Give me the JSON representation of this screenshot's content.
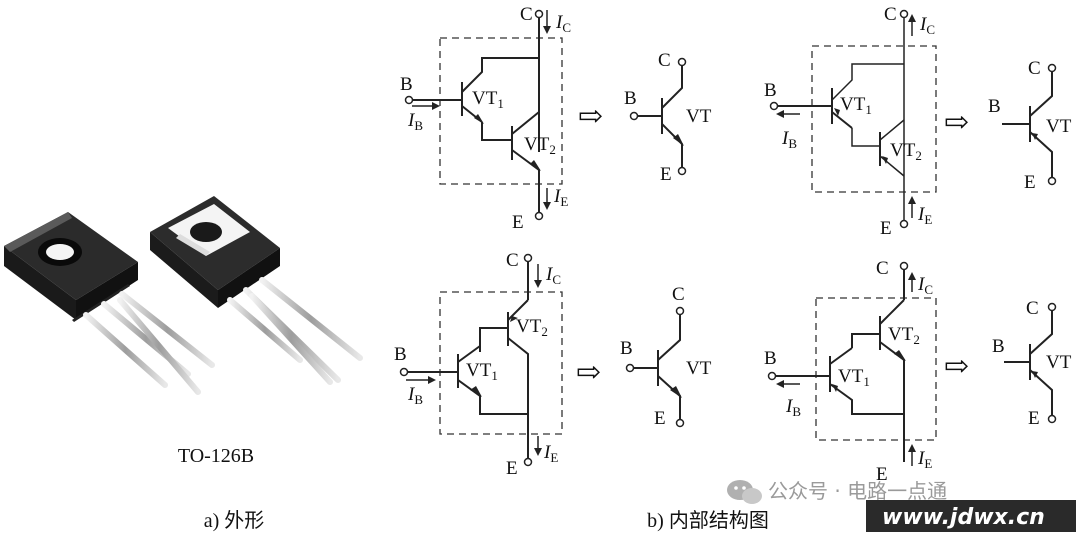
{
  "photo": {
    "package_caption": "TO-126B"
  },
  "captions": {
    "left": "a) 外形",
    "right": "b) 内部结构图"
  },
  "terminals": {
    "collector": "C",
    "base": "B",
    "emitter": "E"
  },
  "transistors": {
    "vt1": "VT",
    "vt1_sub": "1",
    "vt2": "VT",
    "vt2_sub": "2",
    "equiv": "VT"
  },
  "currents": {
    "ic": "I",
    "ic_sub": "C",
    "ib": "I",
    "ib_sub": "B",
    "ie": "I",
    "ie_sub": "E"
  },
  "equivalence_symbol": "⇨",
  "watermark": {
    "text": "公众号 · 电路一点通",
    "site": "www.jdwx.cn"
  },
  "diagrams": [
    {
      "position": "top-left",
      "type": "NPN-NPN darlington"
    },
    {
      "position": "top-right",
      "type": "PNP-PNP darlington"
    },
    {
      "position": "bottom-left",
      "type": "NPN-PNP complementary"
    },
    {
      "position": "bottom-right",
      "type": "PNP-NPN complementary"
    }
  ]
}
